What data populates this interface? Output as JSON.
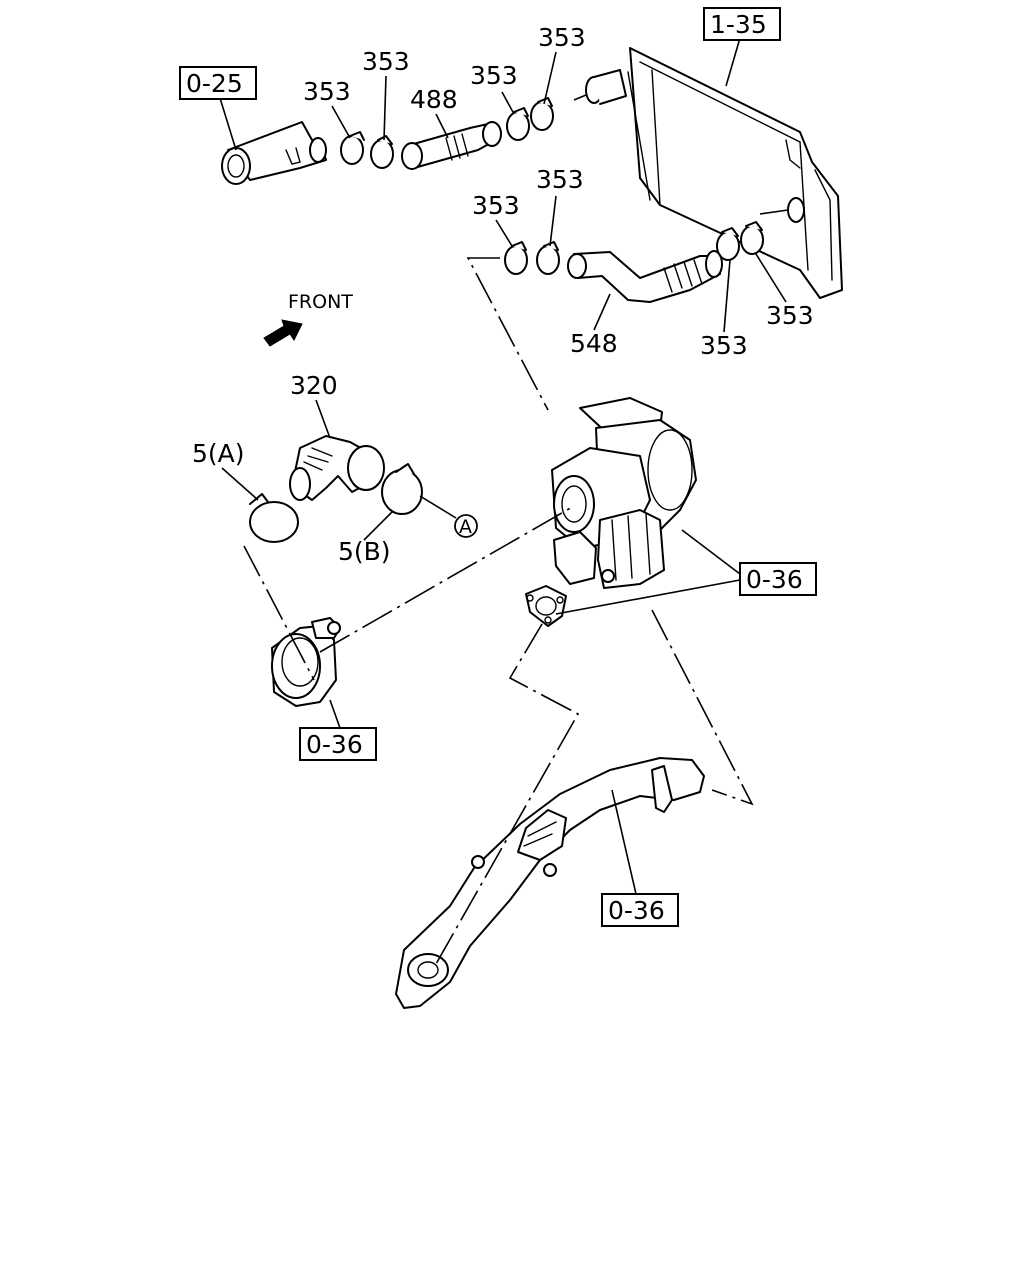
{
  "diagram": {
    "front_label": "FRONT",
    "ref_0_25": "0-25",
    "ref_1_35": "1-35",
    "ref_0_36_turbo": "0-36",
    "ref_0_36_elbow": "0-36",
    "ref_0_36_pipe": "0-36",
    "part_353_a": "353",
    "part_353_b": "353",
    "part_353_c": "353",
    "part_353_d": "353",
    "part_353_e": "353",
    "part_353_f": "353",
    "part_353_g": "353",
    "part_353_h": "353",
    "part_488": "488",
    "part_548": "548",
    "part_320": "320",
    "part_5a": "5(A)",
    "part_5b": "5(B)",
    "marker_a": "A"
  }
}
